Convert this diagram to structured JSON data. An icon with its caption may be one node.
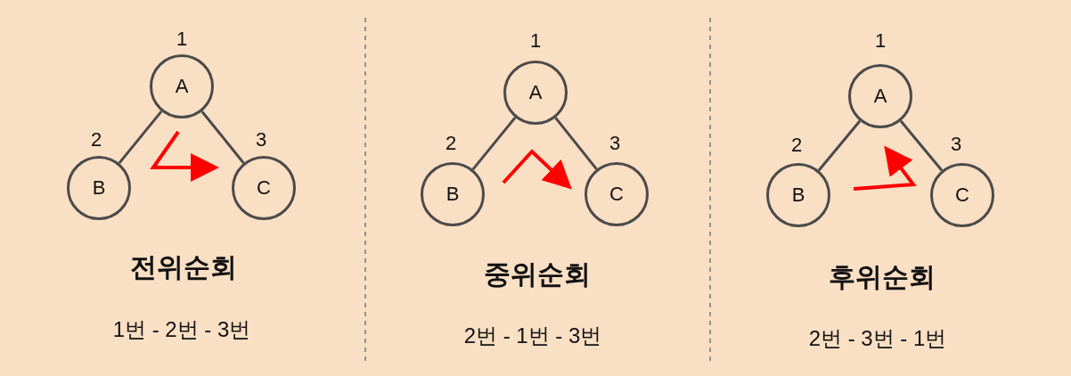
{
  "diagram": {
    "nodes": [
      {
        "text": [
          "A"
        ],
        "beside": [
          "1"
        ]
      },
      {
        "text": [
          "B"
        ],
        "beside": [
          "2"
        ]
      },
      {
        "text": [
          "C"
        ],
        "beside": [
          "3"
        ]
      },
      {
        "text": [
          "A"
        ],
        "beside": [
          "1"
        ]
      },
      {
        "text": [
          "B"
        ],
        "beside": [
          "2"
        ]
      },
      {
        "text": [
          "C"
        ],
        "beside": [
          "3"
        ]
      },
      {
        "text": [
          "A"
        ],
        "beside": [
          "1"
        ]
      },
      {
        "text": [
          "B"
        ],
        "beside": [
          "2"
        ]
      },
      {
        "text": [
          "C"
        ],
        "beside": [
          "3"
        ]
      }
    ],
    "edges": [
      {
        "from": 0,
        "to": 1,
        "arrow": "none"
      },
      {
        "from": 0,
        "to": 2,
        "arrow": "none"
      },
      {
        "from": 3,
        "to": 4,
        "arrow": "none"
      },
      {
        "from": 3,
        "to": 5,
        "arrow": "none"
      },
      {
        "from": 6,
        "to": 7,
        "arrow": "none"
      },
      {
        "from": 6,
        "to": 8,
        "arrow": "none"
      }
    ],
    "labels": [
      "전위순회",
      "중위순회",
      "후위순회",
      "1번 - 2번 - 3번",
      "2번 - 1번 - 3번",
      "2번 - 3번 - 1번"
    ]
  }
}
